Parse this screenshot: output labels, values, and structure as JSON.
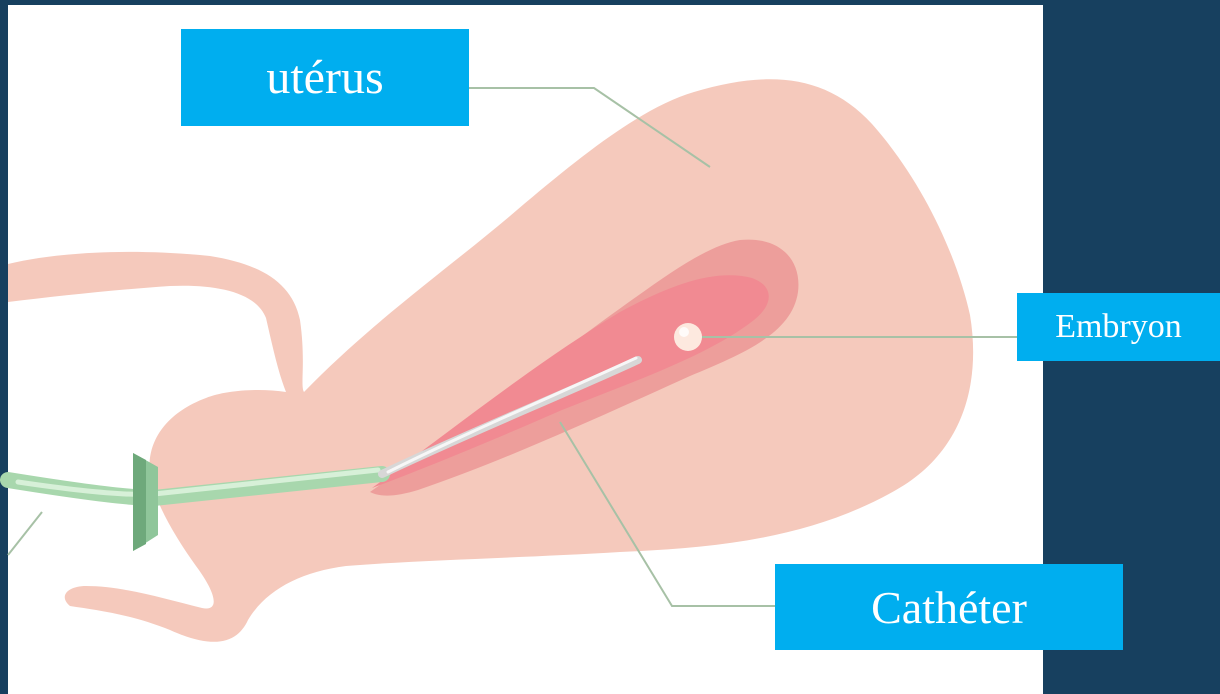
{
  "labels": {
    "uterus": "utérus",
    "embryo": "Embryon",
    "catheter": "Cathéter"
  },
  "colors": {
    "background": "#17405f",
    "panel": "#ffffff",
    "uterus_body": "#f5c9bc",
    "cavity": "#ed9e9b",
    "cavity_inner": "#f18a92",
    "catheter_tube": "#a8d7ad",
    "catheter_tip": "#d7d7d7",
    "label_fill": "#00aeef",
    "label_text": "#ffffff",
    "leader_line": "#a7c1a6"
  }
}
